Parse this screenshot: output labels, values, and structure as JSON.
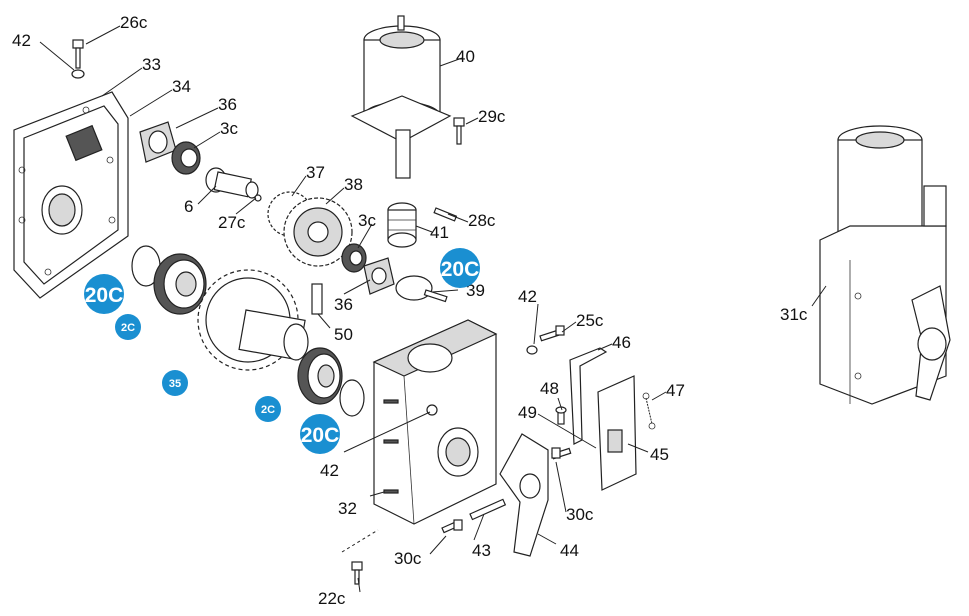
{
  "accent_color": "#1a8fd1",
  "labels": {
    "l42a": "42",
    "l26c": "26c",
    "l33": "33",
    "l34": "34",
    "l36a": "36",
    "l3ca": "3c",
    "l6": "6",
    "l27c": "27c",
    "l37": "37",
    "l38": "38",
    "l40": "40",
    "l29c": "29c",
    "l28c": "28c",
    "l3cb": "3c",
    "l41": "41",
    "l39": "39",
    "l36b": "36",
    "l50": "50",
    "l42b": "42",
    "l25c": "25c",
    "l46": "46",
    "l48": "48",
    "l49": "49",
    "l47": "47",
    "l45": "45",
    "l42c": "42",
    "l32": "32",
    "l30ca": "30c",
    "l30cb": "30c",
    "l43": "43",
    "l44": "44",
    "l22c": "22c",
    "l31c": "31c"
  },
  "badges": {
    "b20c_1": "20C",
    "b20c_2": "20C",
    "b20c_3": "20C",
    "b2c_1": "2C",
    "b2c_2": "2C",
    "b35": "35"
  }
}
